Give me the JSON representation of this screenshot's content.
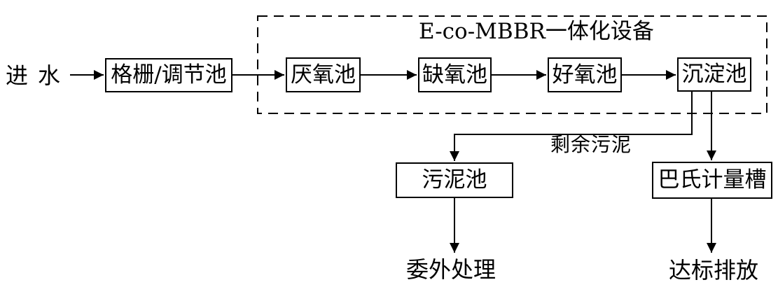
{
  "diagram": {
    "influent_label": "进水",
    "unit_title": "E-co-MBBR一体化设备",
    "nodes": {
      "screen": "格栅/调节池",
      "anaerobic": "厌氧池",
      "anoxic": "缺氧池",
      "aerobic": "好氧池",
      "sedimentation": "沉淀池",
      "sludge": "污泥池",
      "parshall": "巴氏计量槽"
    },
    "edge_labels": {
      "excess_sludge": "剩余污泥"
    },
    "terminals": {
      "outsourced": "委外处理",
      "discharge": "达标排放"
    },
    "colors": {
      "line": "#000000",
      "background": "#ffffff"
    }
  }
}
